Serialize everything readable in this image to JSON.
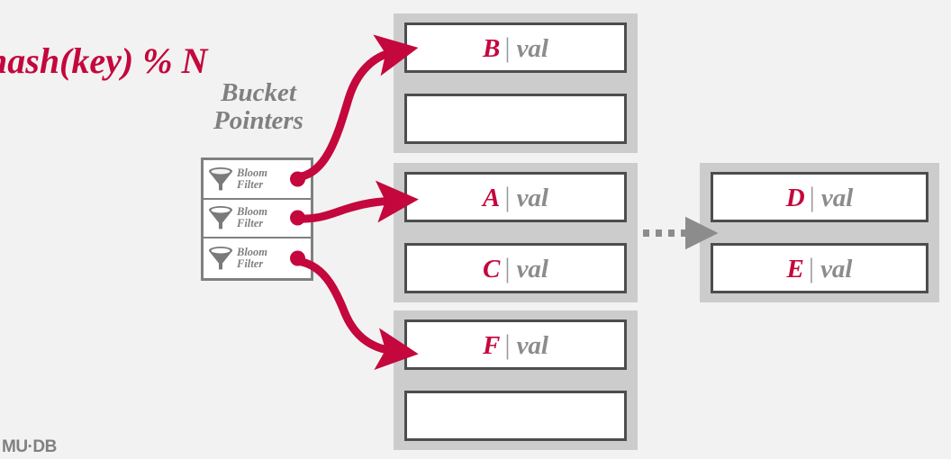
{
  "slide": {
    "background_color": "#f2f2f2",
    "accent_color": "#c4073c",
    "gray_color": "#808080",
    "page_fill_color": "#cccccc",
    "slot_border_color": "#4d4d4d"
  },
  "formula": {
    "text": "hash(key) % N"
  },
  "bucket_pointers": {
    "heading_line1": "Bucket",
    "heading_line2": "Pointers",
    "rows": [
      {
        "icon": "funnel-icon",
        "label": "Bloom\nFilter"
      },
      {
        "icon": "funnel-icon",
        "label": "Bloom\nFilter"
      },
      {
        "icon": "funnel-icon",
        "label": "Bloom\nFilter"
      }
    ]
  },
  "pages": [
    {
      "id": "page-top",
      "slots": [
        {
          "key": "B",
          "separator": "|",
          "value": "val",
          "empty": false
        },
        {
          "key": "",
          "separator": "",
          "value": "",
          "empty": true
        }
      ]
    },
    {
      "id": "page-middle",
      "slots": [
        {
          "key": "A",
          "separator": "|",
          "value": "val",
          "empty": false
        },
        {
          "key": "C",
          "separator": "|",
          "value": "val",
          "empty": false
        }
      ]
    },
    {
      "id": "page-overflow",
      "slots": [
        {
          "key": "D",
          "separator": "|",
          "value": "val",
          "empty": false
        },
        {
          "key": "E",
          "separator": "|",
          "value": "val",
          "empty": false
        }
      ]
    },
    {
      "id": "page-bottom",
      "slots": [
        {
          "key": "F",
          "separator": "|",
          "value": "val",
          "empty": false
        },
        {
          "key": "",
          "separator": "",
          "value": "",
          "empty": true
        }
      ]
    }
  ],
  "logo": {
    "text": "MU·DB"
  }
}
